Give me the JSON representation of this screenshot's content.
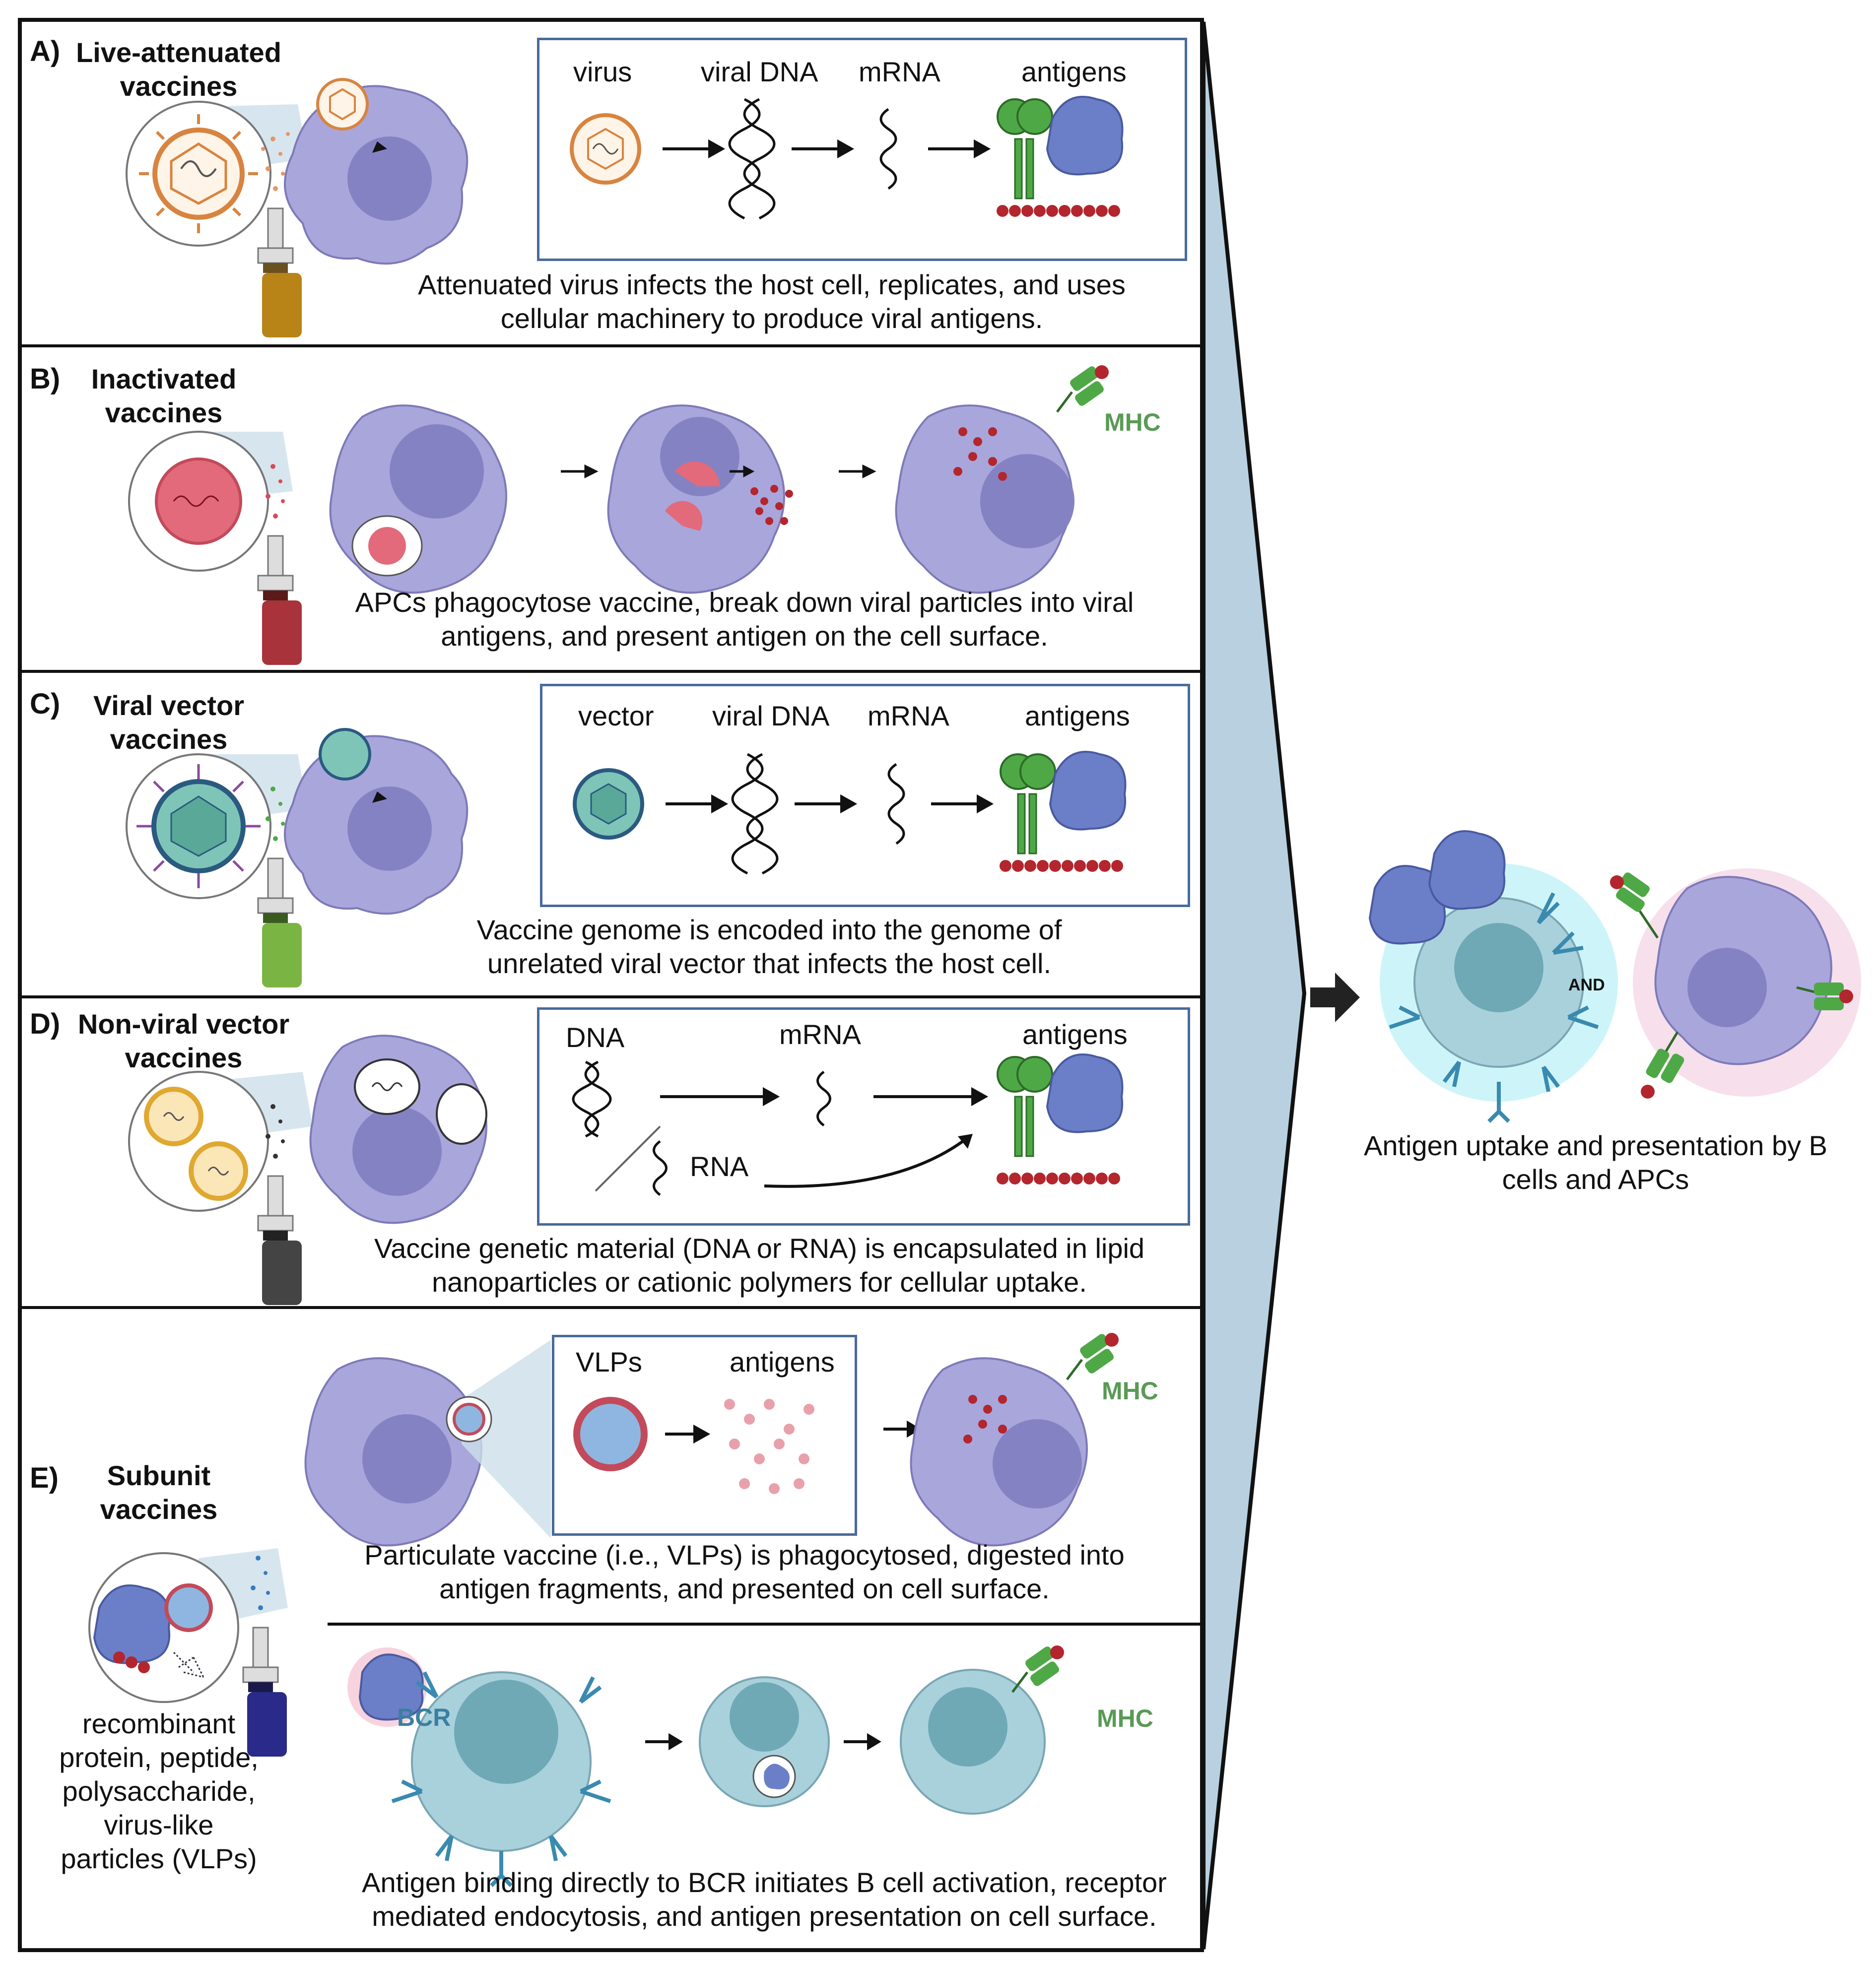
{
  "panels": {
    "a": {
      "letter": "A)",
      "title": "Live-attenuated vaccines",
      "steps": [
        "virus",
        "viral DNA",
        "mRNA",
        "antigens"
      ],
      "caption": "Attenuated virus infects the host cell, replicates, and uses cellular machinery to produce viral antigens."
    },
    "b": {
      "letter": "B)",
      "title": "Inactivated vaccines",
      "mhc": "MHC",
      "caption": "APCs phagocytose vaccine,  break down viral particles into viral antigens, and present antigen on the cell surface."
    },
    "c": {
      "letter": "C)",
      "title": "Viral vector vaccines",
      "steps": [
        "vector",
        "viral DNA",
        "mRNA",
        "antigens"
      ],
      "caption": "Vaccine genome is encoded into the genome of unrelated viral vector that infects the host cell."
    },
    "d": {
      "letter": "D)",
      "title": "Non-viral vector vaccines",
      "steps": [
        "DNA",
        "mRNA",
        "antigens",
        "RNA"
      ],
      "caption": "Vaccine genetic material (DNA or RNA) is encapsulated in lipid nanoparticles or cationic polymers for cellular uptake."
    },
    "e": {
      "letter": "E)",
      "title": "Subunit vaccines",
      "steps": [
        "VLPs",
        "antigens"
      ],
      "mhc": "MHC",
      "caption1": "Particulate vaccine (i.e., VLPs) is phagocytosed, digested into antigen fragments, and presented on cell surface.",
      "bcr": "BCR",
      "mhc2": "MHC",
      "caption2": "Antigen binding directly to BCR initiates B cell activation, receptor mediated endocytosis, and antigen presentation on cell surface.",
      "types": "recombinant protein, peptide, polysaccharide, virus-like particles (VLPs)"
    }
  },
  "summary": {
    "and": "AND",
    "caption": "Antigen uptake and presentation by B cells and APCs"
  },
  "colors": {
    "apc": "#a9a6dc",
    "apc_nucleus": "#8582c4",
    "bcell": "#a9d1dc",
    "bcell_nucleus": "#6fa9b6",
    "antigen_protein": "#6b7fc9",
    "mhc": "#4fa846",
    "bead": "#b3262d",
    "panel_arrow": "#b9d0e0",
    "bcr": "#3a8ab0"
  }
}
